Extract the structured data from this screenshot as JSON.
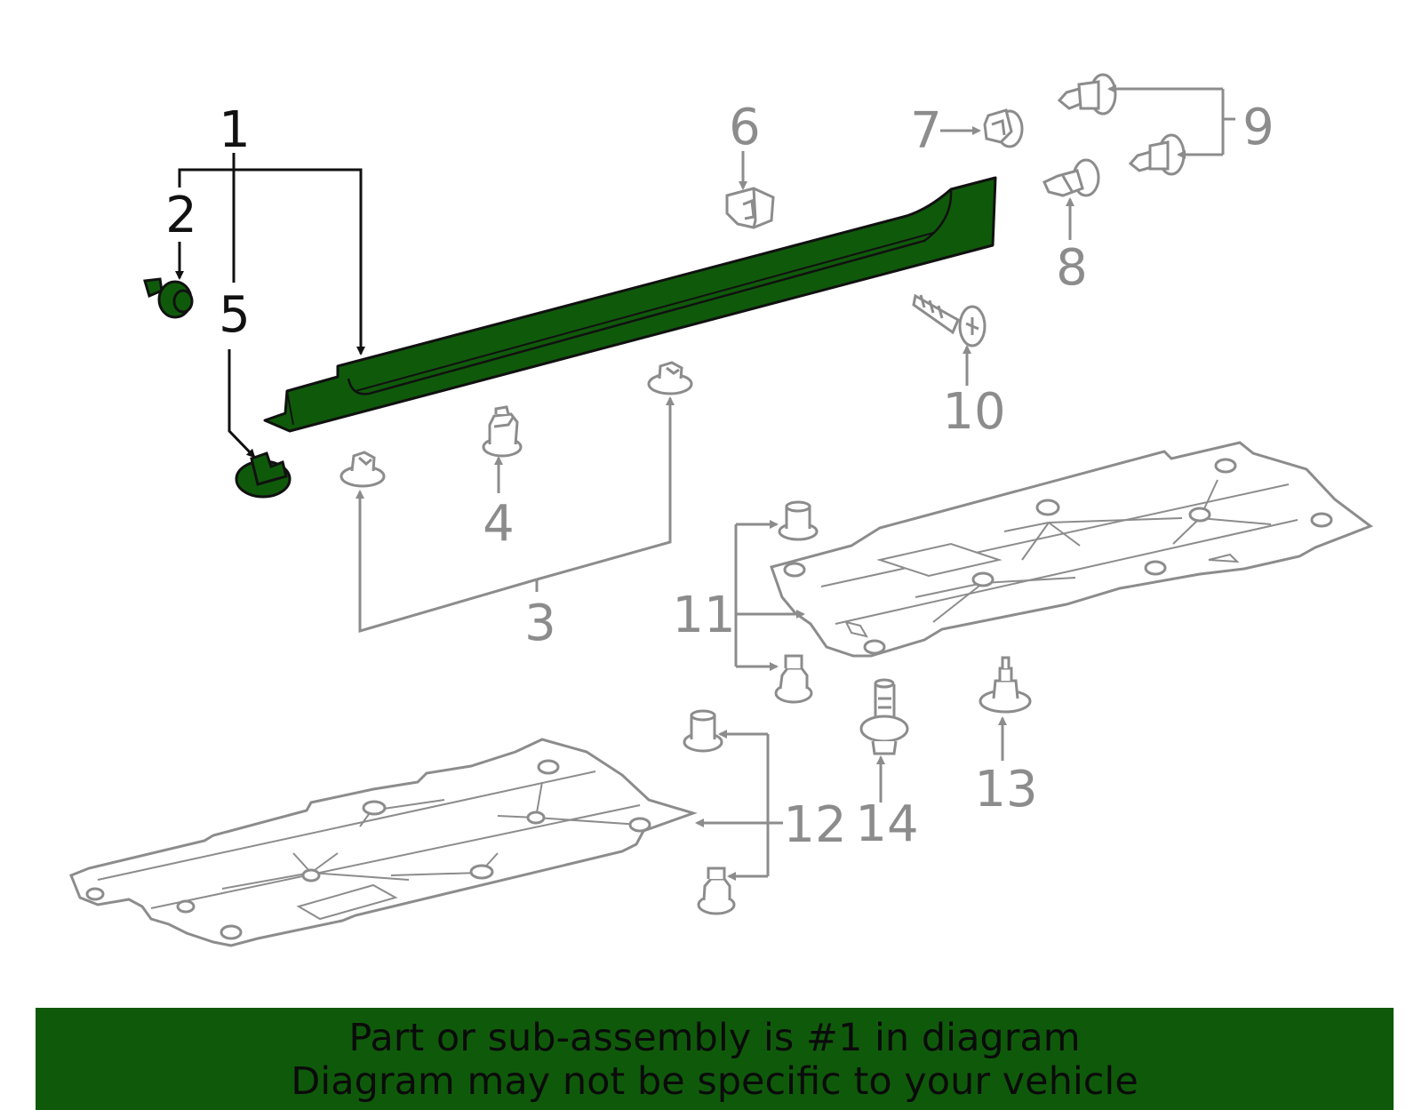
{
  "colors": {
    "highlight": "#0f5a0a",
    "outline_active": "#111111",
    "outline_muted": "#8c8c8c",
    "background": "#ffffff"
  },
  "callouts": {
    "c1": "1",
    "c2": "2",
    "c3": "3",
    "c4": "4",
    "c5": "5",
    "c6": "6",
    "c7": "7",
    "c8": "8",
    "c9": "9",
    "c10": "10",
    "c11": "11",
    "c12": "12",
    "c13": "13",
    "c14": "14"
  },
  "highlighted_part": "1",
  "banner": {
    "line1": "Part or sub-assembly is #1 in diagram",
    "line2": "Diagram may not be specific to your vehicle"
  }
}
